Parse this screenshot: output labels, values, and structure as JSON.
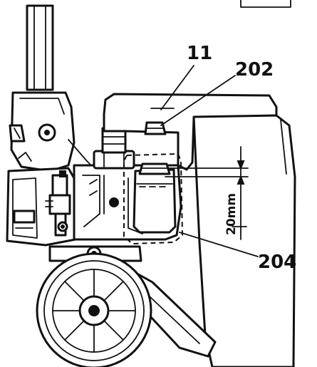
{
  "labels": {
    "part_11": "11",
    "part_202": "202",
    "part_204": "204",
    "dimension": "20mm"
  }
}
